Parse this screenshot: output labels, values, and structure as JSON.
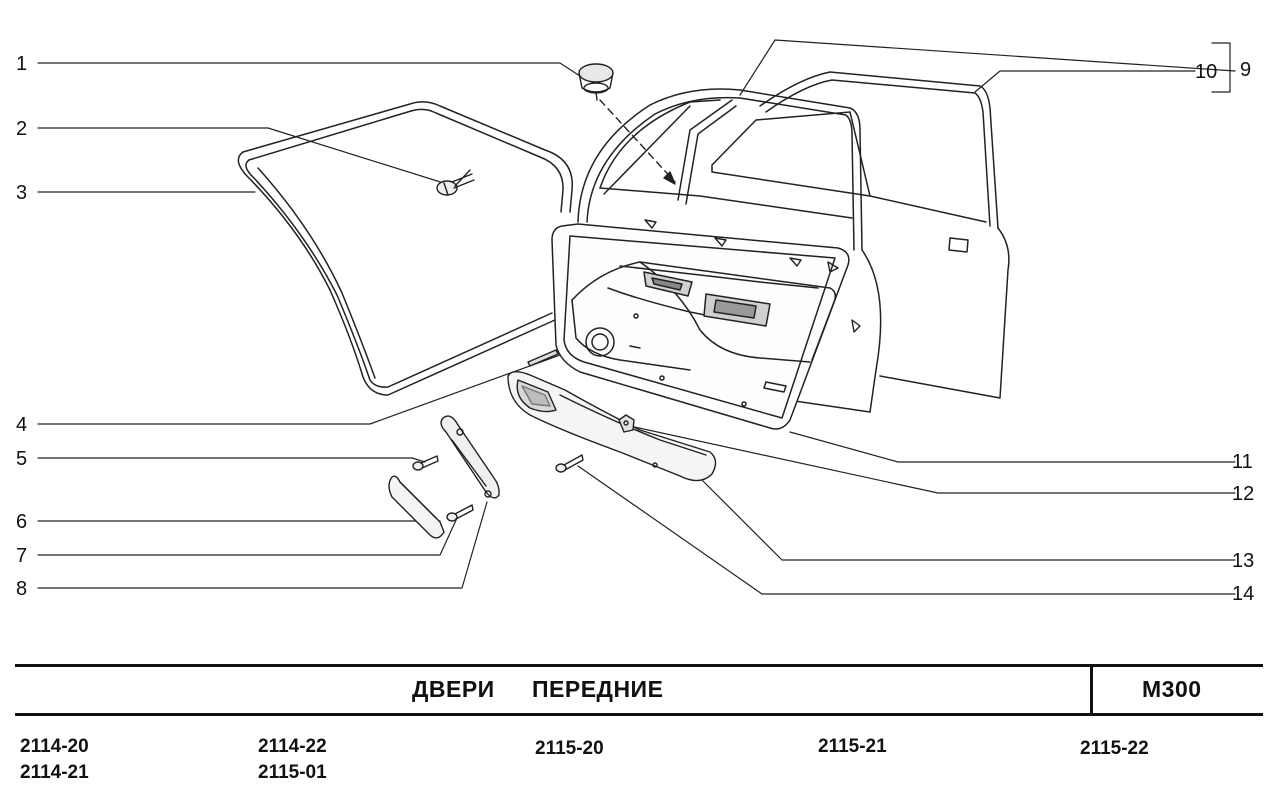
{
  "callouts": [
    {
      "id": "1",
      "label": "1"
    },
    {
      "id": "2",
      "label": "2"
    },
    {
      "id": "3",
      "label": "3"
    },
    {
      "id": "4",
      "label": "4"
    },
    {
      "id": "5",
      "label": "5"
    },
    {
      "id": "6",
      "label": "6"
    },
    {
      "id": "7",
      "label": "7"
    },
    {
      "id": "8",
      "label": "8"
    },
    {
      "id": "9",
      "label": "9"
    },
    {
      "id": "10",
      "label": "10"
    },
    {
      "id": "11",
      "label": "11"
    },
    {
      "id": "12",
      "label": "12"
    },
    {
      "id": "13",
      "label": "13"
    },
    {
      "id": "14",
      "label": "14"
    }
  ],
  "title": {
    "word1": "ДВЕРИ",
    "word2": "ПЕРЕДНИЕ",
    "code": "М300"
  },
  "models": [
    "2114-20",
    "2114-21",
    "2114-22",
    "2115-01",
    "2115-20",
    "2115-21",
    "2115-22"
  ]
}
